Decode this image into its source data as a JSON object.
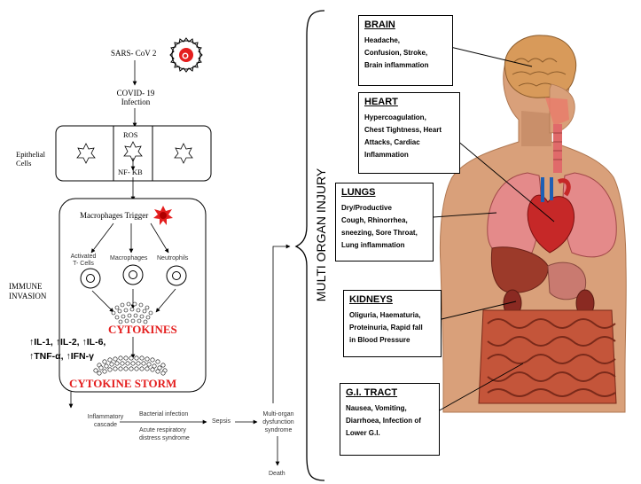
{
  "flow": {
    "virus": "SARS- CoV 2",
    "infection_line1": "COVID- 19",
    "infection_line2": "Infection",
    "epithelial_line1": "Epithelial",
    "epithelial_line2": "Cells",
    "ros": "ROS",
    "nfkb": "NF- KB",
    "macrophages_trigger": "Macrophages Trigger",
    "activated_line1": "Activated",
    "activated_line2": "T- Cells",
    "macrophages": "Macrophages",
    "neutrophils": "Neutrophils",
    "immune_line1": "IMMUNE",
    "immune_line2": "INVASION",
    "cytokines": "CYTOKINES",
    "markers_line1": "↑IL-1, ↑IL-2, ↑IL-6,",
    "markers_line2": "↑TNF-α, ↑IFN-γ",
    "cytokine_storm": "CYTOKINE STORM",
    "inflammatory_line1": "Inflammatory",
    "inflammatory_line2": "cascade",
    "bacterial": "Bacterial infection",
    "ards_line1": "Acute respiratory",
    "ards_line2": "distress syndrome",
    "sepsis": "Sepsis",
    "mods_line1": "Multi-organ",
    "mods_line2": "dysfunction",
    "mods_line3": "syndrome",
    "death": "Death"
  },
  "multi_organ_label": "MULTI ORGAN INJURY",
  "organs": [
    {
      "title": "BRAIN",
      "l1": "Headache,",
      "l2": "Confusion,  Stroke,",
      "l3": "Brain inflammation",
      "l4": ""
    },
    {
      "title": "HEART",
      "l1": "Hypercoagulation,",
      "l2": "Chest Tightness,  Heart",
      "l3": "Attacks,  Cardiac",
      "l4": "Inflammation"
    },
    {
      "title": "LUNGS",
      "l1": "Dry/Productive",
      "l2": "Cough,  Rhinorrhea,",
      "l3": "sneezing, Sore Throat,",
      "l4": "Lung inflammation"
    },
    {
      "title": "KIDNEYS",
      "l1": "Oliguria,  Haematuria,",
      "l2": "Proteinuria,  Rapid fall",
      "l3": "in Blood  Pressure",
      "l4": ""
    },
    {
      "title": "G.I. TRACT",
      "l1": "Nausea,  Vomiting,",
      "l2": "Diarrhoea,  Infection  of",
      "l3": "Lower G.I.",
      "l4": ""
    }
  ],
  "colors": {
    "red": "#e41e1e",
    "skin": "#d9a07a",
    "lung": "#e48a8a",
    "brain": "#d89a5a",
    "intestine": "#c4553a"
  }
}
